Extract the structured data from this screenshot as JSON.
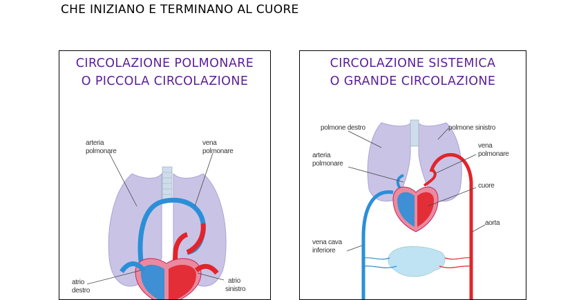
{
  "header": {
    "text": "CHE INIZIANO E TERMINANO AL CUORE"
  },
  "left_panel": {
    "title_line1": "CIRCOLAZIONE POLMONARE",
    "title_line2": "O PICCOLA CIRCOLAZIONE",
    "labels": {
      "arteria": "arteria",
      "polmonare_a": "polmonare",
      "vena": "vena",
      "polmonare_v": "polmonare",
      "atrio_destro_1": "atrio",
      "atrio_destro_2": "destro",
      "atrio_sinistro_1": "atrio",
      "atrio_sinistro_2": "sinistro"
    }
  },
  "right_panel": {
    "title_line1": "CIRCOLAZIONE SISTEMICA",
    "title_line2": "O GRANDE CIRCOLAZIONE",
    "labels": {
      "polmone_destro": "polmone destro",
      "polmone_sinistro": "polmone sinistro",
      "arteria": "arteria",
      "polmonare_a": "polmonare",
      "vena": "vena",
      "polmonare_v": "polmonare",
      "cuore": "cuore",
      "aorta": "aorta",
      "vena_cava_1": "vena cava",
      "vena_cava_2": "inferiore"
    }
  },
  "colors": {
    "title": "#5a1e96",
    "lung": "#c9c4e6",
    "arterial": "#e2242b",
    "venous": "#2b8fd8",
    "heart": "#e98aa0"
  }
}
